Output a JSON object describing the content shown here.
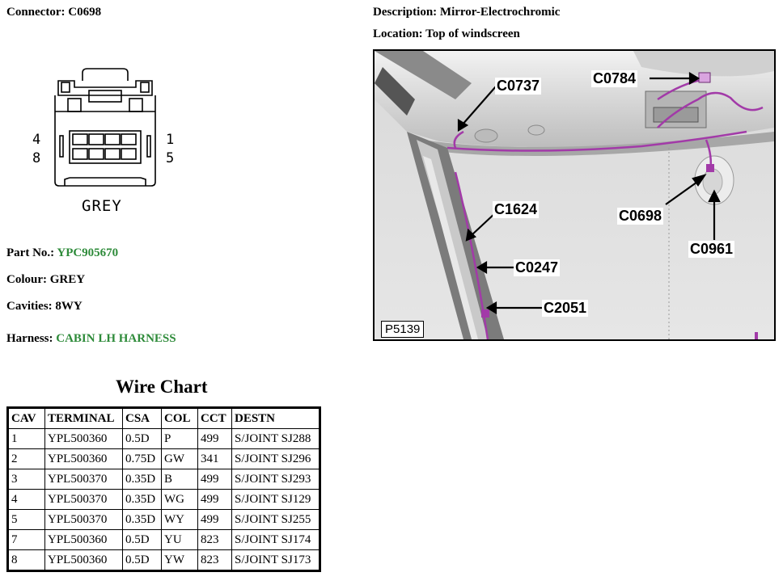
{
  "connector": {
    "label": "Connector:",
    "value": "C0698"
  },
  "description": {
    "label": "Description:",
    "value": "Mirror-Electrochromic"
  },
  "location": {
    "label": "Location:",
    "value": "Top of windscreen"
  },
  "diagram": {
    "colour_label": "GREY",
    "pins": {
      "top_left": "4",
      "bottom_left": "8",
      "top_right": "1",
      "bottom_right": "5"
    }
  },
  "part_no": {
    "label": "Part No.:",
    "value": "YPC905670"
  },
  "colour": {
    "label": "Colour:",
    "value": "GREY"
  },
  "cavities": {
    "label": "Cavities:",
    "value": "8WY"
  },
  "harness": {
    "label": "Harness:",
    "value": "CABIN LH HARNESS"
  },
  "photo": {
    "ref": "P5139",
    "callouts": [
      "C0737",
      "C0784",
      "C1624",
      "C0247",
      "C2051",
      "C0698",
      "C0961"
    ]
  },
  "wire_chart": {
    "title": "Wire Chart",
    "headers": [
      "CAV",
      "TERMINAL",
      "CSA",
      "COL",
      "CCT",
      "DESTN"
    ],
    "rows": [
      [
        "1",
        "YPL500360",
        "0.5D",
        "P",
        "499",
        "S/JOINT SJ288"
      ],
      [
        "2",
        "YPL500360",
        "0.75D",
        "GW",
        "341",
        "S/JOINT SJ296"
      ],
      [
        "3",
        "YPL500370",
        "0.35D",
        "B",
        "499",
        "S/JOINT SJ293"
      ],
      [
        "4",
        "YPL500370",
        "0.35D",
        "WG",
        "499",
        "S/JOINT SJ129"
      ],
      [
        "5",
        "YPL500370",
        "0.35D",
        "WY",
        "499",
        "S/JOINT SJ255"
      ],
      [
        "7",
        "YPL500360",
        "0.5D",
        "YU",
        "823",
        "S/JOINT SJ174"
      ],
      [
        "8",
        "YPL500360",
        "0.5D",
        "YW",
        "823",
        "S/JOINT SJ173"
      ]
    ]
  },
  "colors": {
    "green_text": "#2e8b3a",
    "harness_wire": "#a23aa8"
  }
}
